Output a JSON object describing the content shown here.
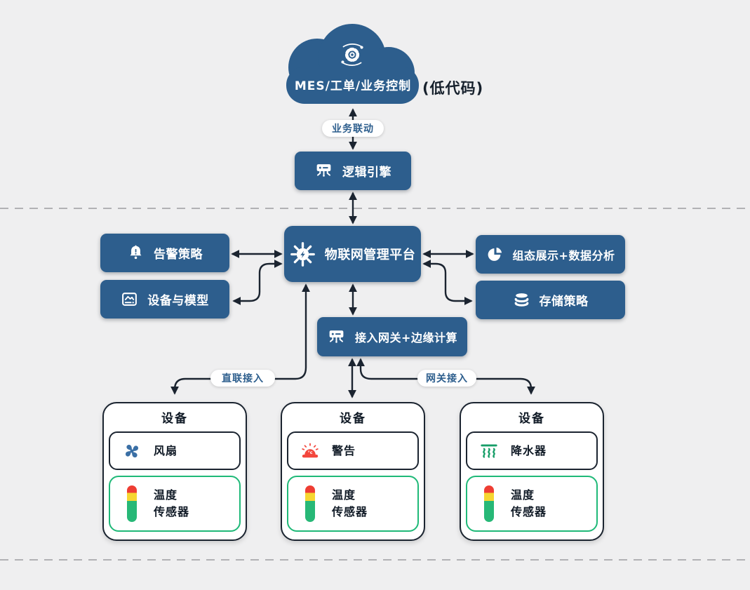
{
  "header": {
    "cloud_label": "MES/工单/业务控制",
    "side_note": "(低代码)",
    "link_label": "业务联动"
  },
  "nodes": {
    "logic_engine": "逻辑引擎",
    "platform": "物联网管理平台",
    "alarm_policy": "告警策略",
    "device_model": "设备与模型",
    "visualization": "组态展示+数据分析",
    "storage": "存储策略",
    "gateway": "接入网关+边缘计算"
  },
  "edge_labels": {
    "direct": "直联接入",
    "gateway": "网关接入"
  },
  "devices": [
    {
      "title": "设备",
      "actuator": "风扇",
      "actuator_icon": "fan-icon",
      "sensor": [
        "温度",
        "传感器"
      ]
    },
    {
      "title": "设备",
      "actuator": "警告",
      "actuator_icon": "siren-icon",
      "sensor": [
        "温度",
        "传感器"
      ]
    },
    {
      "title": "设备",
      "actuator": "降水器",
      "actuator_icon": "sprinkler-icon",
      "sensor": [
        "温度",
        "传感器"
      ]
    }
  ],
  "icons": {
    "cloud": "automation-gear-icon",
    "logic_engine": "hub-icon",
    "platform": "chip-icon",
    "alarm_policy": "alarm-bell-icon",
    "device_model": "model-card-icon",
    "visualization": "pie-chart-icon",
    "storage": "database-icon",
    "gateway": "hub-icon",
    "temperature_sensor": "sensor-bar-icon",
    "siren_text": "°c"
  },
  "colors": {
    "background": "#efeff0",
    "node_blue": "#2d5e8d",
    "line_dark": "#1b2430",
    "sensor_green_border": "#1fb978",
    "siren_red": "#f3473d",
    "fan_blue": "#3a6fa5",
    "sensor_bar": [
      "#ee3d33",
      "#f6d631",
      "#27b877"
    ],
    "dashed_gray": "#b1b1b4"
  }
}
